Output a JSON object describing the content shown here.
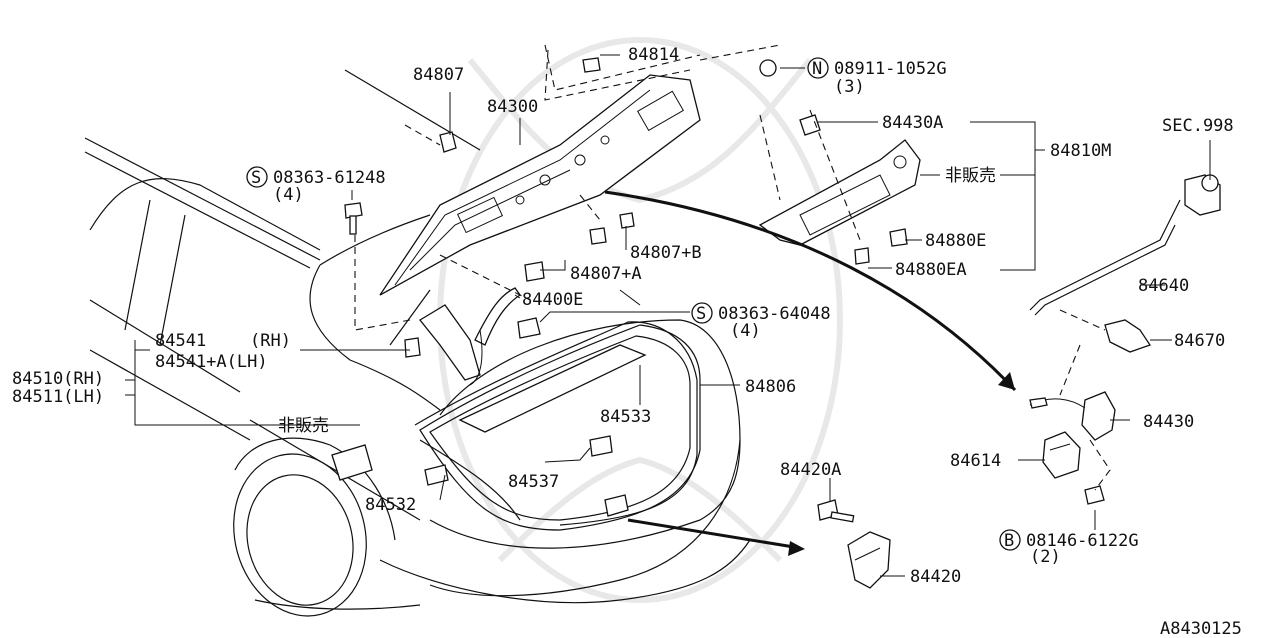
{
  "diagram_id": "A8430125",
  "callouts": {
    "p84807": "84807",
    "p84814": "84814",
    "p84300": "84300",
    "p08911": "08911-1052G",
    "p08911_qty": "(3)",
    "p84430A": "84430A",
    "p84810M": "84810M",
    "p_not_for_sale_1": "非販売",
    "p84880E": "84880E",
    "p84880EA": "84880EA",
    "p08363_61248": "08363-61248",
    "p08363_61248_qty": "(4)",
    "p84807B": "84807+B",
    "p84807A": "84807+A",
    "p84400E": "84400E",
    "p08363_64048": "08363-64048",
    "p08363_64048_qty": "(4)",
    "p84541": "84541",
    "p84541_rh": "(RH)",
    "p84541A": "84541+A(LH)",
    "p84510": "84510(RH)",
    "p84511": "84511(LH)",
    "p_not_for_sale_2": "非販売",
    "p84806": "84806",
    "p84533": "84533",
    "p84537": "84537",
    "p84532": "84532",
    "p84420A": "84420A",
    "p84420": "84420",
    "sec998": "SEC.998",
    "p84640": "84640",
    "p84670": "84670",
    "p84430": "84430",
    "p84614": "84614",
    "p08146": "08146-6122G",
    "p08146_qty": "(2)"
  },
  "badges": {
    "n": "N",
    "s1": "S",
    "s2": "S",
    "b": "B"
  }
}
